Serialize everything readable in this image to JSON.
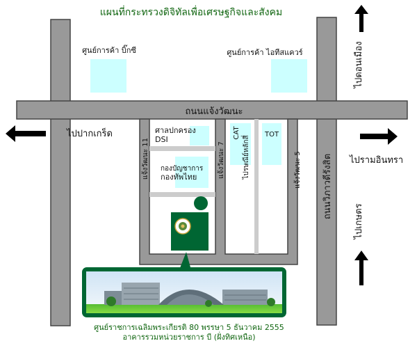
{
  "title": "แผนที่กระทรวงดิจิทัลเพื่อเศรษฐกิจและสังคม",
  "roads": {
    "main_road": "ถนนแจ้งวัฒนะ",
    "vibhavadi": "ถนนวิภาวดีรังสิต",
    "soi_11": "แจ้งวัฒนะ 11",
    "soi_7": "แจ้งวัฒนะ 7",
    "soi_5": "แจ้งวัฒนะ 5"
  },
  "directions": {
    "north": "ไปดอนเมือง",
    "west": "ไปปากเกร็ด",
    "east": "ไปรามอินทรา",
    "south": "ไปเกษตร"
  },
  "places": {
    "big_c": "ศูนย์การค้า บิ๊กซี",
    "it_square": "ศูนย์การค้า ไอทีสแควร์",
    "dsi_line1": "ศาลปกครอง",
    "dsi_line2": "DSI",
    "army_line1": "กองบัญชาการ",
    "army_line2": "กองทัพไทย",
    "cat": "CAT",
    "post": "ไปรษณีย์หลักสี่",
    "tot": "TOT"
  },
  "caption": {
    "line1": "ศูนย์ราชการเฉลิมพระเกียรติ 80 พรรษา 5 ธันวาคม 2555",
    "line2": "อาคารรวมหน่วยราชการ บี (ฝั่งทิศเหนือ)"
  },
  "colors": {
    "road": "#999999",
    "road_edge": "#444444",
    "block": "#ccffff",
    "green": "#006633",
    "title_green": "#116611"
  }
}
